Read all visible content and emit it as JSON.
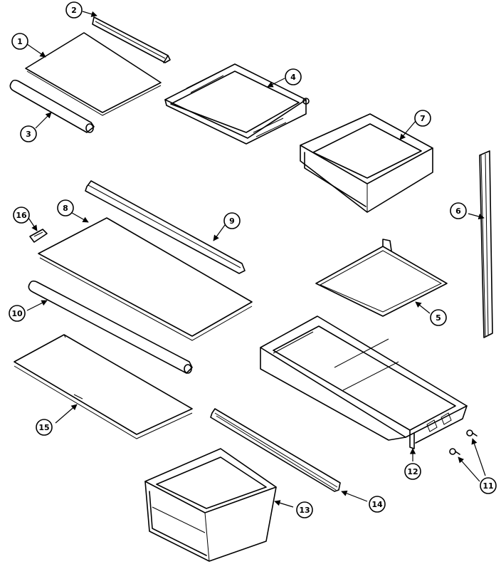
{
  "parts": [
    {
      "id": "1",
      "label": "1"
    },
    {
      "id": "2",
      "label": "2"
    },
    {
      "id": "3",
      "label": "3"
    },
    {
      "id": "4",
      "label": "4"
    },
    {
      "id": "5",
      "label": "5"
    },
    {
      "id": "6",
      "label": "6"
    },
    {
      "id": "7",
      "label": "7"
    },
    {
      "id": "8",
      "label": "8"
    },
    {
      "id": "9",
      "label": "9"
    },
    {
      "id": "10",
      "label": "10"
    },
    {
      "id": "11",
      "label": "11"
    },
    {
      "id": "12",
      "label": "12"
    },
    {
      "id": "13",
      "label": "13"
    },
    {
      "id": "14",
      "label": "14"
    },
    {
      "id": "15",
      "label": "15"
    },
    {
      "id": "16",
      "label": "16"
    }
  ]
}
